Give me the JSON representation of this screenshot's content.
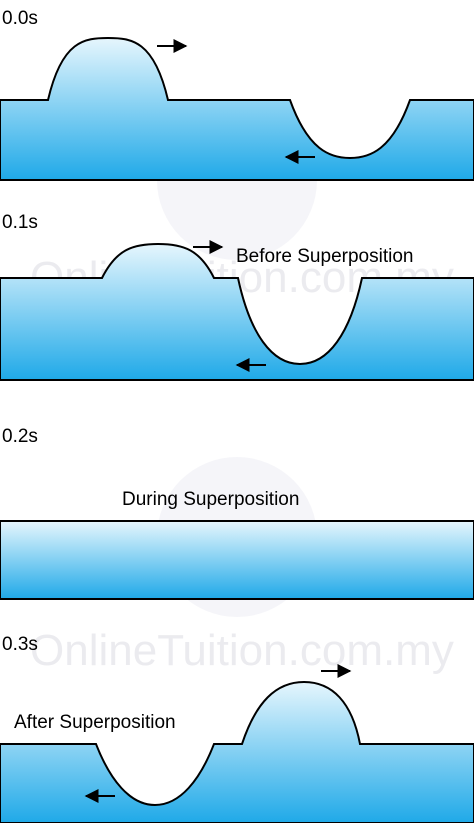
{
  "colors": {
    "water_top": "#e6f6fd",
    "water_bottom": "#1fa9e8",
    "outline": "#000000",
    "watermark": "#d4d4dc"
  },
  "watermark": {
    "text": "OnlineTuition.com.my"
  },
  "panels": [
    {
      "time": "0.0s",
      "caption": "",
      "crest": "right",
      "trough": "left"
    },
    {
      "time": "0.1s",
      "caption": "Before Superposition",
      "crest": "right",
      "trough": "left"
    },
    {
      "time": "0.2s",
      "caption": "During Superposition",
      "crest": "none",
      "trough": "none"
    },
    {
      "time": "0.3s",
      "caption": "After Superposition",
      "crest": "right",
      "trough": "left"
    }
  ]
}
